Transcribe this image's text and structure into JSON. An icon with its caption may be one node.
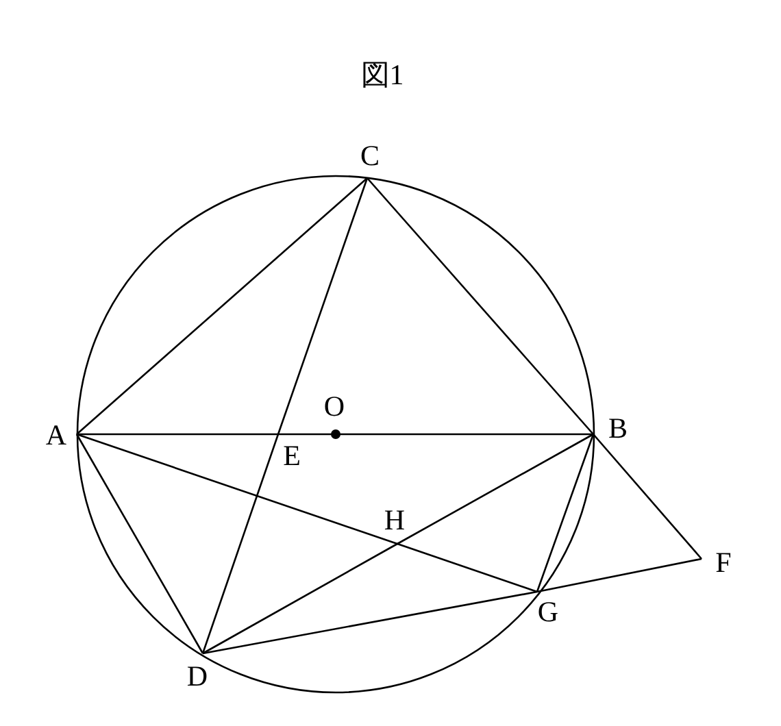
{
  "diagram": {
    "title": "図1",
    "nodes": [
      {
        "text": [
          "A"
        ]
      },
      {
        "text": [
          "B"
        ]
      },
      {
        "text": [
          "C"
        ]
      },
      {
        "text": [
          "D"
        ]
      },
      {
        "text": [
          "E"
        ]
      },
      {
        "text": [
          "F"
        ]
      },
      {
        "text": [
          "G"
        ]
      },
      {
        "text": [
          "H"
        ]
      },
      {
        "text": [
          "O"
        ]
      }
    ],
    "edges": [
      {
        "from": 0,
        "to": 2,
        "arrow": "none"
      },
      {
        "from": 2,
        "to": 1,
        "arrow": "none"
      },
      {
        "from": 0,
        "to": 4,
        "arrow": "none"
      },
      {
        "from": 4,
        "to": 1,
        "arrow": "none"
      },
      {
        "from": 2,
        "to": 4,
        "arrow": "none"
      },
      {
        "from": 4,
        "to": 3,
        "arrow": "none"
      },
      {
        "from": 0,
        "to": 3,
        "arrow": "none"
      },
      {
        "from": 0,
        "to": 7,
        "arrow": "none"
      },
      {
        "from": 7,
        "to": 6,
        "arrow": "none"
      },
      {
        "from": 3,
        "to": 7,
        "arrow": "none"
      },
      {
        "from": 7,
        "to": 1,
        "arrow": "none"
      },
      {
        "from": 3,
        "to": 6,
        "arrow": "none"
      },
      {
        "from": 6,
        "to": 5,
        "arrow": "none"
      },
      {
        "from": 1,
        "to": 5,
        "arrow": "none"
      },
      {
        "from": 1,
        "to": 6,
        "arrow": "none"
      }
    ]
  }
}
